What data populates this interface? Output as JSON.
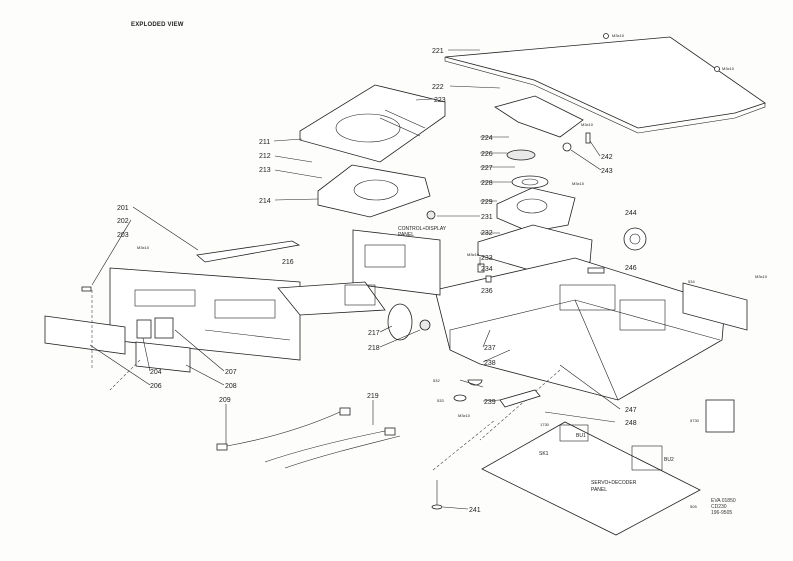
{
  "title": "EXPLODED VIEW",
  "parts": [
    "221",
    "222",
    "223",
    "211",
    "224",
    "226",
    "212",
    "242",
    "213",
    "227",
    "243",
    "228",
    "214",
    "229",
    "231",
    "201",
    "244",
    "202",
    "232",
    "203",
    "216",
    "233",
    "234",
    "246",
    "236",
    "217",
    "218",
    "237",
    "238",
    "204",
    "207",
    "208",
    "206",
    "239",
    "247",
    "209",
    "219",
    "248",
    "241"
  ],
  "screws": [
    "M3x10",
    "M3x10",
    "M3x10",
    "M3x10",
    "M3x10",
    "M3x10",
    "M3x10",
    "M3x10"
  ],
  "misc_labels": [
    "CONTROL+DISPLAY",
    "PANEL",
    "SERVO+DECODER",
    "PANEL",
    "SK1",
    "BU1",
    "BU2",
    "1730",
    "5730",
    "532",
    "533",
    "534",
    "505"
  ],
  "doc_code": [
    "EVA 01850",
    "CD230",
    "196-9505"
  ]
}
